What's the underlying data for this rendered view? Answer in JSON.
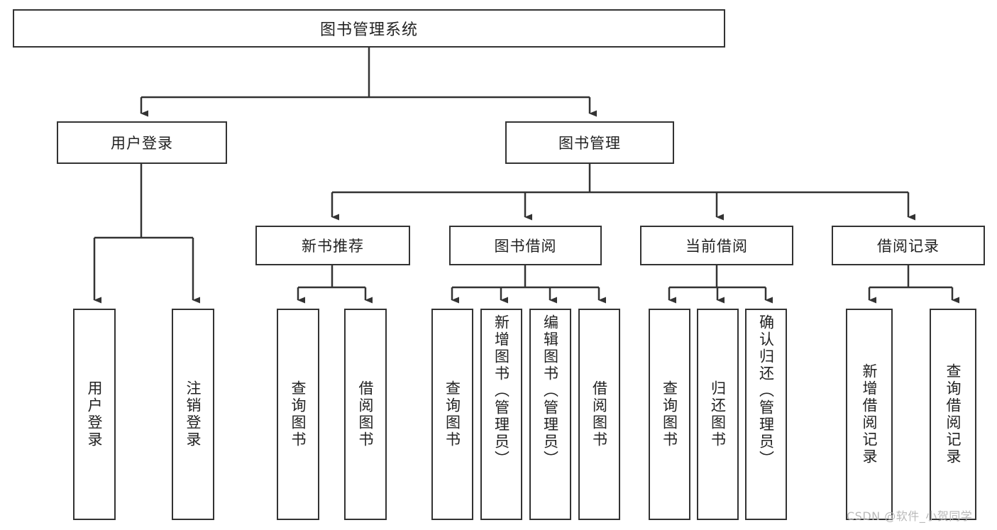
{
  "diagram": {
    "title_box": {
      "label": "图书管理系统"
    },
    "level2": [
      {
        "label": "用户登录"
      },
      {
        "label": "图书管理"
      }
    ],
    "level3": [
      {
        "label": "新书推荐"
      },
      {
        "label": "图书借阅"
      },
      {
        "label": "当前借阅"
      },
      {
        "label": "借阅记录"
      }
    ],
    "leaves": {
      "user_login": [
        {
          "label": "用户登录"
        },
        {
          "label": "注销登录"
        }
      ],
      "new_book_recommend": [
        {
          "label": "查询图书"
        },
        {
          "label": "借阅图书"
        }
      ],
      "book_borrow": [
        {
          "label": "查询图书"
        },
        {
          "label": "新增图书（管理员）"
        },
        {
          "label": "编辑图书（管理员）"
        },
        {
          "label": "借阅图书"
        }
      ],
      "current_borrow": [
        {
          "label": "查询图书"
        },
        {
          "label": "归还图书"
        },
        {
          "label": "确认归还（管理员）"
        }
      ],
      "borrow_record": [
        {
          "label": "新增借阅记录"
        },
        {
          "label": "查询借阅记录"
        }
      ]
    }
  },
  "watermark": {
    "text": "CSDN @软件_小贺同学"
  },
  "colors": {
    "box_border": "#333333",
    "box_fill": "#ffffff",
    "connector": "#333333",
    "text": "#222222",
    "watermark": "#b9b9b9"
  }
}
